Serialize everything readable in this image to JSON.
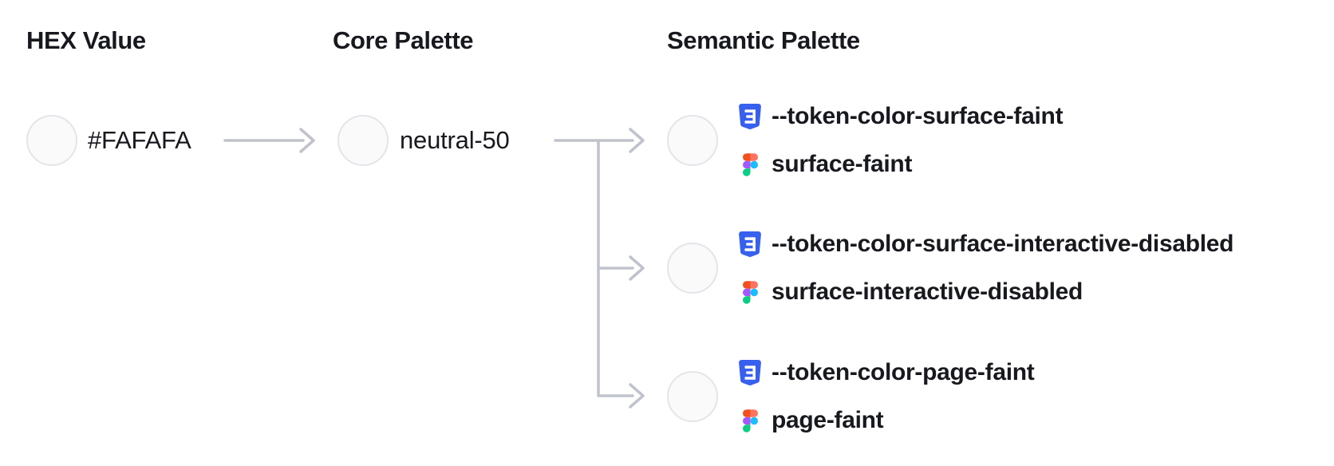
{
  "columns": {
    "hex": {
      "heading": "HEX Value",
      "value": "#FAFAFA",
      "swatch_color": "#FAFAFA"
    },
    "core": {
      "heading": "Core Palette",
      "value": "neutral-50",
      "swatch_color": "#FAFAFA"
    },
    "semantic": {
      "heading": "Semantic Palette",
      "items": [
        {
          "css_token": "--token-color-surface-faint",
          "figma_token": "surface-faint",
          "swatch_color": "#FAFAFA"
        },
        {
          "css_token": "--token-color-surface-interactive-disabled",
          "figma_token": "surface-interactive-disabled",
          "swatch_color": "#FAFAFA"
        },
        {
          "css_token": "--token-color-page-faint",
          "figma_token": "page-faint",
          "swatch_color": "#FAFAFA"
        }
      ]
    }
  },
  "icons": {
    "css": "css-badge-icon",
    "figma": "figma-logo-icon"
  },
  "colors": {
    "background": "#FFFFFF",
    "text": "#17191E",
    "connector": "#C0C3CB",
    "swatch-fill": "#FAFAFA",
    "swatch-border": "#E3E5EA",
    "css-icon-blue": "#3760EE",
    "figma-orange": "#F24E1E",
    "figma-salmon": "#FF7262",
    "figma-purple": "#A259FF",
    "figma-blue": "#1ABCFE",
    "figma-green": "#0ACF83"
  }
}
